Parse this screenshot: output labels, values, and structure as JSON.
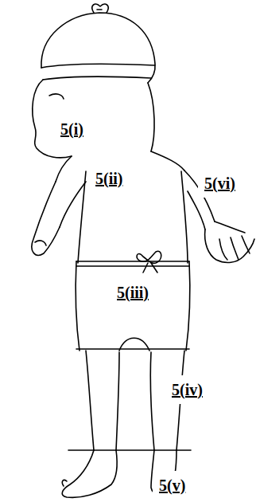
{
  "diagram": {
    "labels": [
      "5(i)",
      "5(ii)",
      "5(iii)",
      "5(iv)",
      "5(v)",
      "5(vi)"
    ]
  }
}
